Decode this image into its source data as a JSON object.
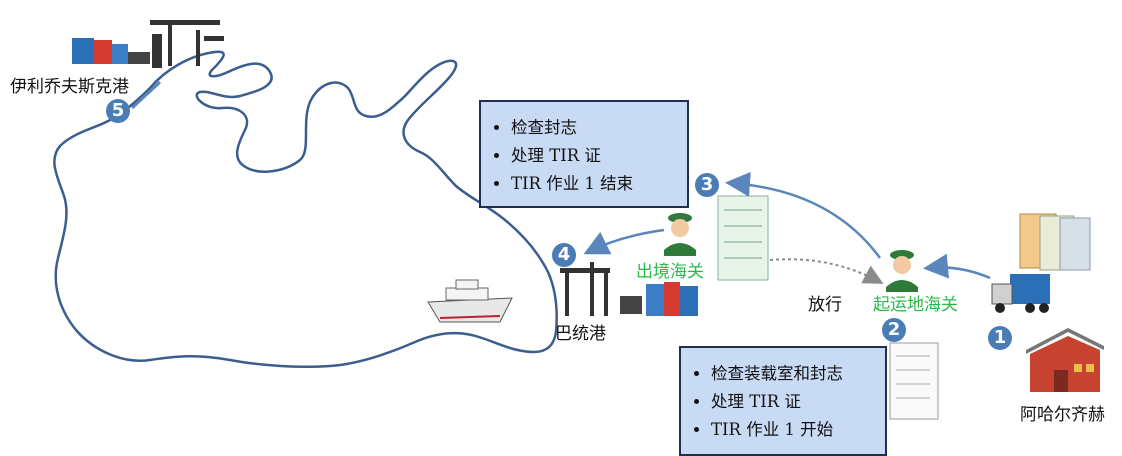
{
  "labels": {
    "iliichevsk": "伊利乔夫斯克港",
    "varna": "巴统港",
    "exit_customs": "出境海关",
    "departure_customs": "起运地海关",
    "release": "放行",
    "ashgabat": "阿哈尔齐赫"
  },
  "steps": [
    "1",
    "2",
    "3",
    "4",
    "5"
  ],
  "box_top": {
    "items": [
      "检查封志",
      "处理 TIR 证",
      "TIR 作业 1 结束"
    ]
  },
  "box_bottom": {
    "items": [
      "检查装载室和封志",
      "处理 TIR 证",
      "TIR 作业 1 开始"
    ]
  },
  "colors": {
    "sea_outline": "#3b5e8f",
    "arrow": "#5b86bb",
    "box_fill": "#c9daf5",
    "box_border": "#1f2f4d",
    "step_badge": "#4a7cb5",
    "customs_label": "#2db84b"
  }
}
